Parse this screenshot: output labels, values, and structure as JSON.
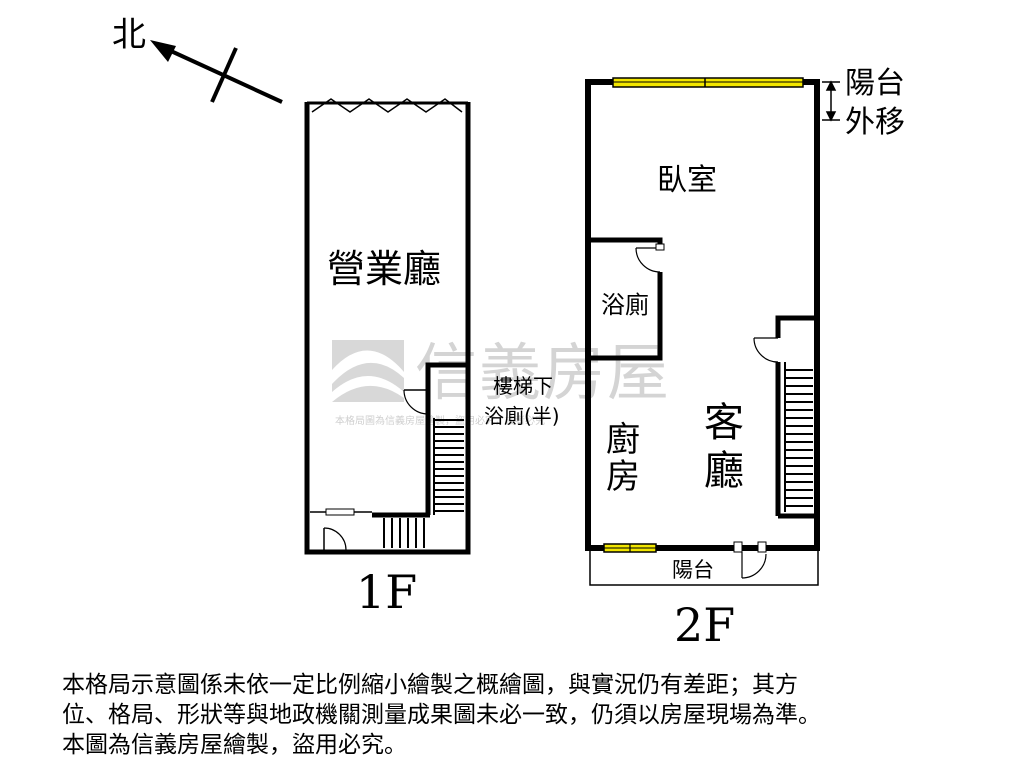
{
  "compass": {
    "north_label": "北"
  },
  "floor1": {
    "name": "1F",
    "rooms": {
      "business_hall": "營業廳",
      "stair_under_1": "樓梯下",
      "stair_under_2": "浴廁(半)"
    }
  },
  "floor2": {
    "name": "2F",
    "rooms": {
      "bedroom": "臥室",
      "bathroom": "浴廁",
      "kitchen_1": "廚",
      "kitchen_2": "房",
      "living_1": "客",
      "living_2": "廳",
      "balcony": "陽台",
      "balcony_shift_1": "陽台",
      "balcony_shift_2": "外移"
    }
  },
  "watermark": {
    "brand": "信義房屋",
    "notice": "本格局圖為信義房屋繪製，盜用必究，樓者必究"
  },
  "disclaimer": {
    "line1": "本格局示意圖係未依一定比例縮小繪製之概繪圖，與實況仍有差距；其方",
    "line2": "位、格局、形狀等與地政機關測量成果圖未必一致，仍須以房屋現場為準。",
    "line3": "本圖為信義房屋繪製，盜用必究。"
  },
  "colors": {
    "wall": "#000000",
    "window_fill": "#f2e600",
    "watermark": "#d4d4d4"
  }
}
